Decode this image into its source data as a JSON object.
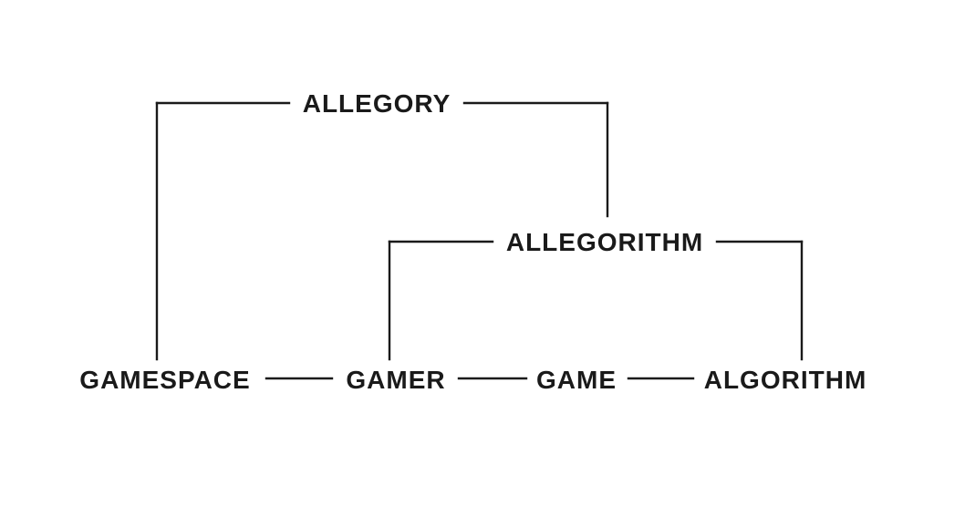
{
  "diagram": {
    "nodes": {
      "allegory": "ALLEGORY",
      "allegorithm": "ALLEGORITHM",
      "gamespace": "GAMESPACE",
      "gamer": "GAMER",
      "game": "GAME",
      "algorithm": "ALGORITHM"
    },
    "edges": [
      {
        "from": "allegory",
        "to": "gamespace"
      },
      {
        "from": "allegory",
        "to": "allegorithm"
      },
      {
        "from": "allegorithm",
        "to": "gamer"
      },
      {
        "from": "allegorithm",
        "to": "algorithm"
      },
      {
        "from": "gamespace",
        "to": "gamer"
      },
      {
        "from": "gamer",
        "to": "game"
      },
      {
        "from": "game",
        "to": "algorithm"
      }
    ],
    "colors": {
      "ink": "#1a1a1a",
      "background": "#ffffff"
    }
  }
}
